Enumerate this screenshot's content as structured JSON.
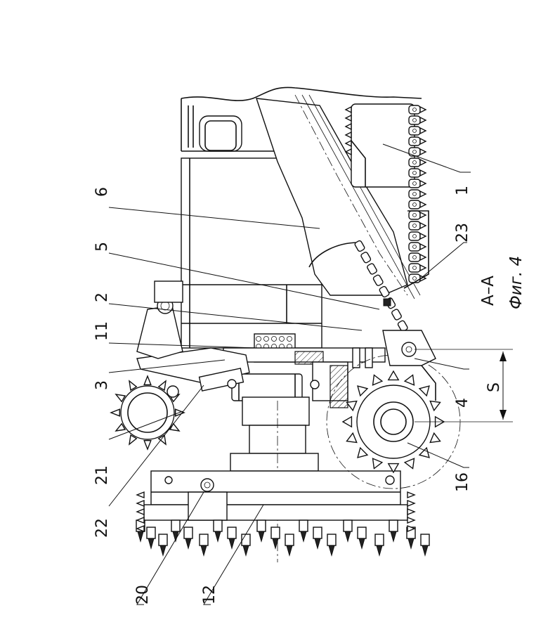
{
  "figure": {
    "section_label": "А–А",
    "figure_label": "Фиг. 4",
    "dimension_label": "S"
  },
  "callouts": [
    {
      "id": "c1",
      "text": "1"
    },
    {
      "id": "c23",
      "text": "23"
    },
    {
      "id": "c6",
      "text": "6"
    },
    {
      "id": "c5",
      "text": "5"
    },
    {
      "id": "c2",
      "text": "2"
    },
    {
      "id": "c11",
      "text": "11"
    },
    {
      "id": "c3",
      "text": "3"
    },
    {
      "id": "c4",
      "text": "4"
    },
    {
      "id": "c16",
      "text": "16"
    },
    {
      "id": "c21",
      "text": "21"
    },
    {
      "id": "c22",
      "text": "22"
    },
    {
      "id": "c20",
      "text": "20"
    },
    {
      "id": "c12",
      "text": "12"
    }
  ]
}
